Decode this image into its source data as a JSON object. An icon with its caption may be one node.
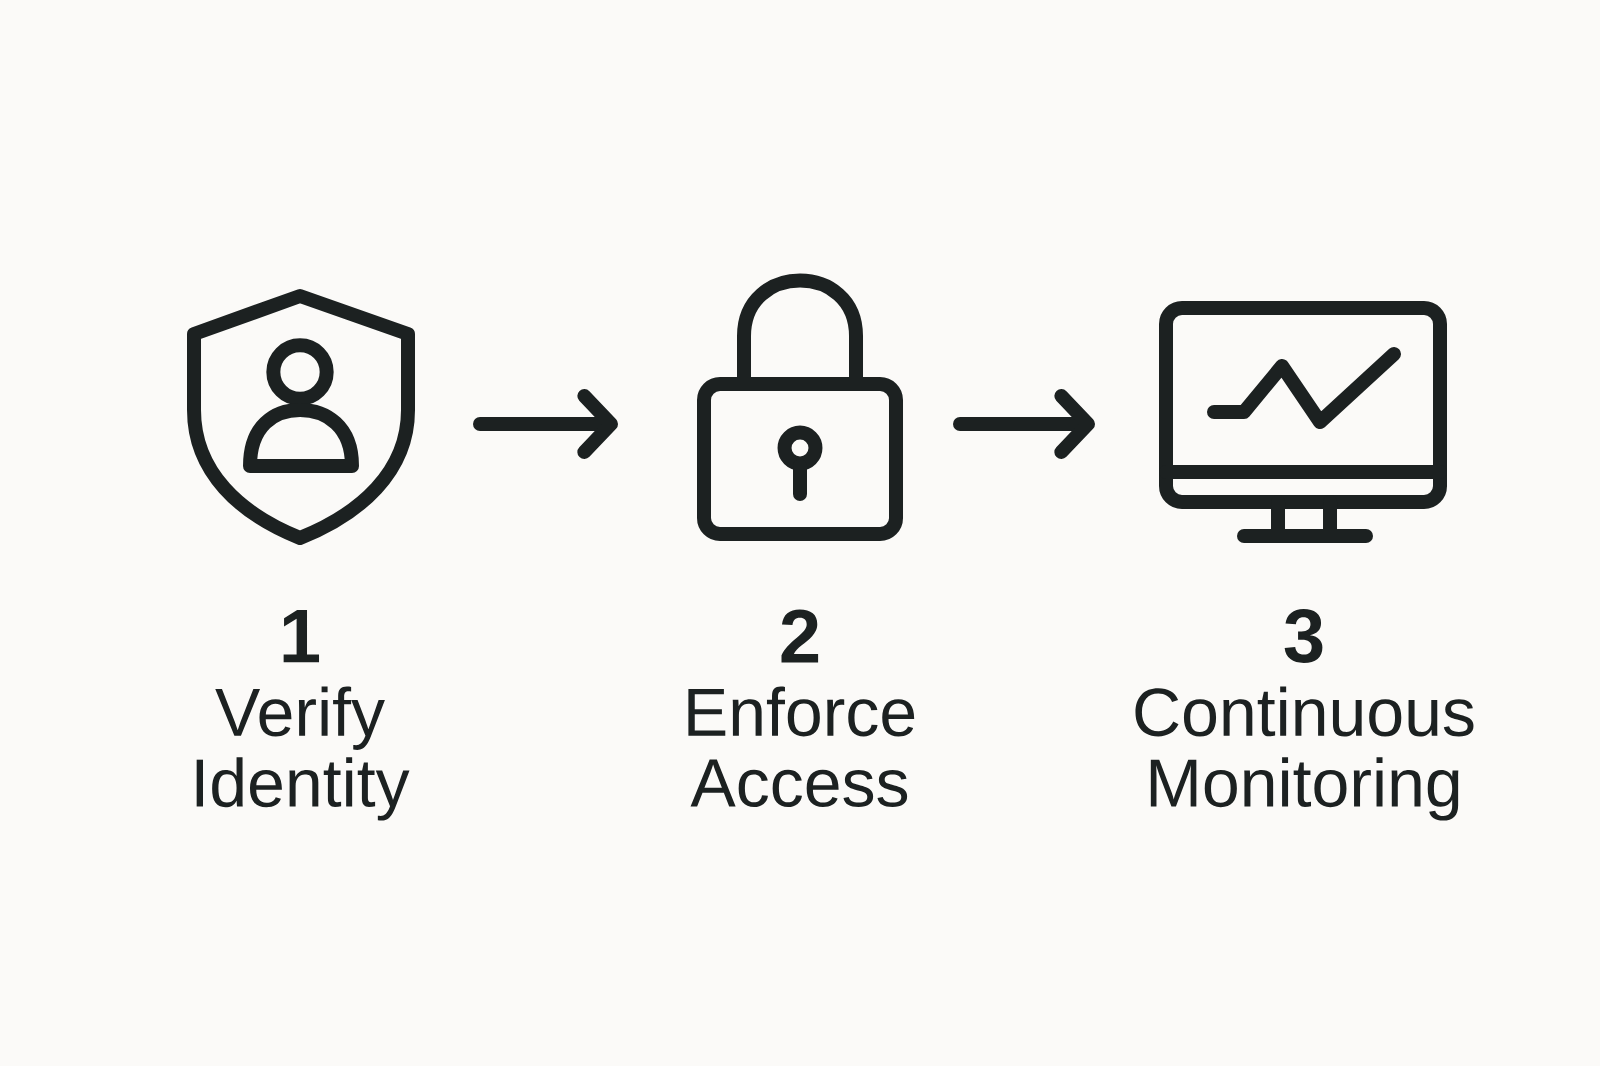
{
  "diagram": {
    "nodes": [
      {
        "text": [],
        "shape": "picture",
        "beside": [
          "1",
          "Verify Identity"
        ]
      },
      {
        "text": [],
        "shape": "picture",
        "beside": [
          "2",
          "Enforce Access"
        ]
      },
      {
        "text": [],
        "shape": "picture",
        "beside": [
          "3",
          "Continuous Monitoring"
        ]
      }
    ],
    "edges": [
      {
        "from": 0,
        "to": 1,
        "arrow": "to"
      },
      {
        "from": 1,
        "to": 2,
        "arrow": "to"
      }
    ]
  }
}
